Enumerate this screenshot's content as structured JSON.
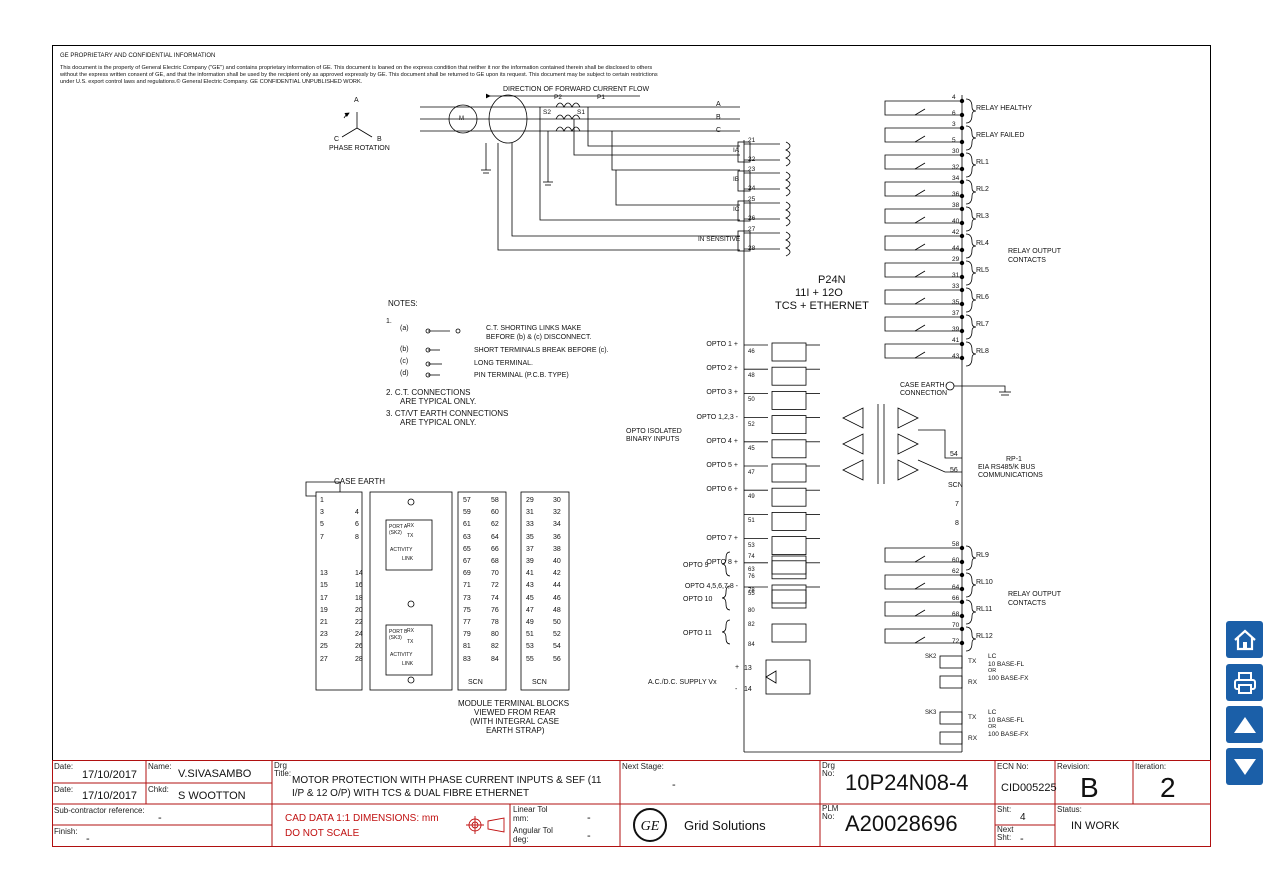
{
  "confidential": {
    "heading": "GE PROPRIETARY AND CONFIDENTIAL INFORMATION",
    "lines": [
      "This document is the property of General Electric Company (\"GE\") and contains proprietary information of GE. This document is loaned on the express condition that neither it nor the information contained therein shall be disclosed to others",
      "without the express written consent of GE, and that the information shall be used by the recipient only as approved expressly by GE. This document shall be returned to GE upon its request. This document may be subject to certain restrictions",
      "under U.S. export control laws and regulations.© General Electric Company. GE CONFIDENTIAL UNPUBLISHED WORK."
    ]
  },
  "phase": {
    "a": "A",
    "b": "B",
    "c": "C",
    "caption": "PHASE ROTATION"
  },
  "primary": {
    "direction": "DIRECTION OF FORWARD CURRENT FLOW",
    "motor": "M",
    "p2": "P2",
    "p1": "P1",
    "s2": "S2",
    "s1": "S1",
    "lines": [
      "A",
      "B",
      "C"
    ]
  },
  "ct_inputs": [
    {
      "label": "IA",
      "top": "21",
      "bot": "22"
    },
    {
      "label": "IB",
      "top": "23",
      "bot": "24"
    },
    {
      "label": "IC",
      "top": "25",
      "bot": "26"
    },
    {
      "label": "IN SENSITIVE",
      "top": "27",
      "bot": "28"
    }
  ],
  "relay": {
    "model": "P24N",
    "io": "11I + 12O",
    "options": "TCS + ETHERNET"
  },
  "relays_top": [
    {
      "a": "4",
      "b": "6",
      "name": "RELAY HEALTHY"
    },
    {
      "a": "3",
      "b": "5",
      "name": "RELAY FAILED"
    },
    {
      "a": "30",
      "b": "32",
      "name": "RL1"
    },
    {
      "a": "34",
      "b": "36",
      "name": "RL2"
    },
    {
      "a": "38",
      "b": "40",
      "name": "RL3"
    },
    {
      "a": "42",
      "b": "44",
      "name": "RL4"
    },
    {
      "a": "29",
      "b": "31",
      "name": "RL5"
    },
    {
      "a": "33",
      "b": "35",
      "name": "RL6"
    },
    {
      "a": "37",
      "b": "39",
      "name": "RL7"
    },
    {
      "a": "41",
      "b": "43",
      "name": "RL8"
    }
  ],
  "relay_output_contacts": "RELAY OUTPUT CONTACTS",
  "case_earth": "CASE EARTH CONNECTION",
  "comms": {
    "pos": "54",
    "neg": "56",
    "t1": "RP-1",
    "t2": "EIA RS485/K BUS",
    "t3": "COMMUNICATIONS",
    "scn": "SCN",
    "plus": "+",
    "minus": "-",
    "t7": "7",
    "t8": "8"
  },
  "relays_bot": [
    {
      "a": "58",
      "b": "60",
      "name": "RL9"
    },
    {
      "a": "62",
      "b": "64",
      "name": "RL10"
    },
    {
      "a": "66",
      "b": "68",
      "name": "RL11"
    },
    {
      "a": "70",
      "b": "72",
      "name": "RL12"
    }
  ],
  "opto_group_label": "OPTO ISOLATED BINARY INPUTS",
  "optos": [
    {
      "label": "OPTO 1 +",
      "term": "46"
    },
    {
      "label": "OPTO 2 +",
      "term": "48"
    },
    {
      "label": "OPTO 3 +",
      "term": "50"
    },
    {
      "label": "OPTO 1,2,3 -",
      "term": "52"
    },
    {
      "label": "OPTO 4 +",
      "term": "45"
    },
    {
      "label": "OPTO 5 +",
      "term": "47"
    },
    {
      "label": "OPTO 6 +",
      "term": "49"
    },
    {
      "label": "",
      "term": "51"
    },
    {
      "label": "OPTO 7 +",
      "term": "53"
    },
    {
      "label": "OPTO 8 +",
      "term": "63"
    },
    {
      "label": "OPTO 4,5,6,7,8 -",
      "term": "55"
    }
  ],
  "optos_pair": [
    {
      "label": "OPTO 9",
      "p": "74",
      "n": "76"
    },
    {
      "label": "OPTO 10",
      "p": "78",
      "n": "80"
    },
    {
      "label": "OPTO 11",
      "p": "82",
      "n": "84"
    }
  ],
  "supply": {
    "label": "A.C./D.C. SUPPLY Vx",
    "p": "13",
    "n": "14",
    "plus": "+",
    "minus": "-"
  },
  "ethernet": [
    {
      "sk": "SK2",
      "lc": "LC",
      "l1": "10 BASE-FL",
      "or": "OR",
      "l2": "100 BASE-FX",
      "tx": "TX",
      "rx": "RX"
    },
    {
      "sk": "SK3",
      "lc": "LC",
      "l1": "10 BASE-FL",
      "or": "OR",
      "l2": "100 BASE-FX",
      "tx": "TX",
      "rx": "RX"
    }
  ],
  "notes": {
    "title": "NOTES:",
    "n1": "1.",
    "a": "(a)",
    "a_text1": "C.T. SHORTING LINKS MAKE",
    "a_text2": "BEFORE (b) & (c) DISCONNECT.",
    "b": "(b)",
    "b_text": "SHORT TERMINALS BREAK BEFORE (c).",
    "c": "(c)",
    "c_text": "LONG TERMINAL.",
    "d": "(d)",
    "d_text": "PIN TERMINAL (P.C.B. TYPE)",
    "n2a": "2. C.T. CONNECTIONS",
    "n2b": "ARE TYPICAL ONLY.",
    "n3a": "3. CT/VT EARTH CONNECTIONS",
    "n3b": "ARE TYPICAL ONLY."
  },
  "rear": {
    "case_earth": "CASE EARTH",
    "block1": [
      [
        "1",
        ""
      ],
      [
        "3",
        "4"
      ],
      [
        "5",
        "6"
      ],
      [
        "7",
        "8"
      ],
      [
        "",
        ""
      ],
      [
        "",
        ""
      ],
      [
        "13",
        "14"
      ],
      [
        "15",
        "16"
      ],
      [
        "17",
        "18"
      ],
      [
        "19",
        "20"
      ],
      [
        "21",
        "22"
      ],
      [
        "23",
        "24"
      ],
      [
        "25",
        "26"
      ],
      [
        "27",
        "28"
      ]
    ],
    "block2": [
      [
        "57",
        "58"
      ],
      [
        "59",
        "60"
      ],
      [
        "61",
        "62"
      ],
      [
        "63",
        "64"
      ],
      [
        "65",
        "66"
      ],
      [
        "67",
        "68"
      ],
      [
        "69",
        "70"
      ],
      [
        "71",
        "72"
      ],
      [
        "73",
        "74"
      ],
      [
        "75",
        "76"
      ],
      [
        "77",
        "78"
      ],
      [
        "79",
        "80"
      ],
      [
        "81",
        "82"
      ],
      [
        "83",
        "84"
      ]
    ],
    "block3": [
      [
        "29",
        "30"
      ],
      [
        "31",
        "32"
      ],
      [
        "33",
        "34"
      ],
      [
        "35",
        "36"
      ],
      [
        "37",
        "38"
      ],
      [
        "39",
        "40"
      ],
      [
        "41",
        "42"
      ],
      [
        "43",
        "44"
      ],
      [
        "45",
        "46"
      ],
      [
        "47",
        "48"
      ],
      [
        "49",
        "50"
      ],
      [
        "51",
        "52"
      ],
      [
        "53",
        "54"
      ],
      [
        "55",
        "56"
      ]
    ],
    "scn": "SCN",
    "port_a": "PORT A",
    "port_b": "PORT B",
    "sk2": "(SK2)",
    "sk3": "(SK3)",
    "rx": "RX",
    "tx": "TX",
    "activity": "ACTIVITY",
    "link": "LINK",
    "caption": [
      "MODULE TERMINAL BLOCKS",
      "VIEWED FROM REAR",
      "(WITH INTEGRAL CASE",
      "EARTH STRAP)"
    ]
  },
  "titleblock": {
    "date_l": "Date:",
    "date1": "17/10/2017",
    "name_l": "Name:",
    "name": "V.SIVASAMBO",
    "date2": "17/10/2017",
    "chkd_l": "Chkd:",
    "chkd": "S WOOTTON",
    "drg_title_l": "Drg Title:",
    "title1": "MOTOR PROTECTION WITH PHASE CURRENT INPUTS & SEF (11",
    "title2": "I/P & 12 O/P) WITH TCS & DUAL FIBRE ETHERNET",
    "next_stage_l": "Next Stage:",
    "next_stage": "-",
    "drg_no_l": "Drg No:",
    "drg_no": "10P24N08-4",
    "ecn_l": "ECN No:",
    "ecn": "CID005225",
    "rev_l": "Revision:",
    "rev": "B",
    "iter_l": "Iteration:",
    "iter": "2",
    "sub_l": "Sub-contractor reference:",
    "sub": "-",
    "finish_l": "Finish:",
    "finish": "-",
    "cad1": "CAD DATA 1:1  DIMENSIONS: mm",
    "cad2": "DO NOT SCALE",
    "lin_l": "Linear Tol mm:",
    "lin": "-",
    "ang_l": "Angular Tol deg:",
    "ang": "-",
    "brand": "Grid Solutions",
    "plm_l": "PLM No:",
    "plm": "A20028696",
    "sht_l": "Sht:",
    "sht": "4",
    "next_sht_l": "Next Sht:",
    "next_sht": "-",
    "status_l": "Status:",
    "status": "IN WORK"
  },
  "colors": {
    "titleblock": "#b01010",
    "nav": "#1b5fa8"
  },
  "nav": [
    "home-icon",
    "print-icon",
    "arrow-up-icon",
    "arrow-down-icon"
  ]
}
